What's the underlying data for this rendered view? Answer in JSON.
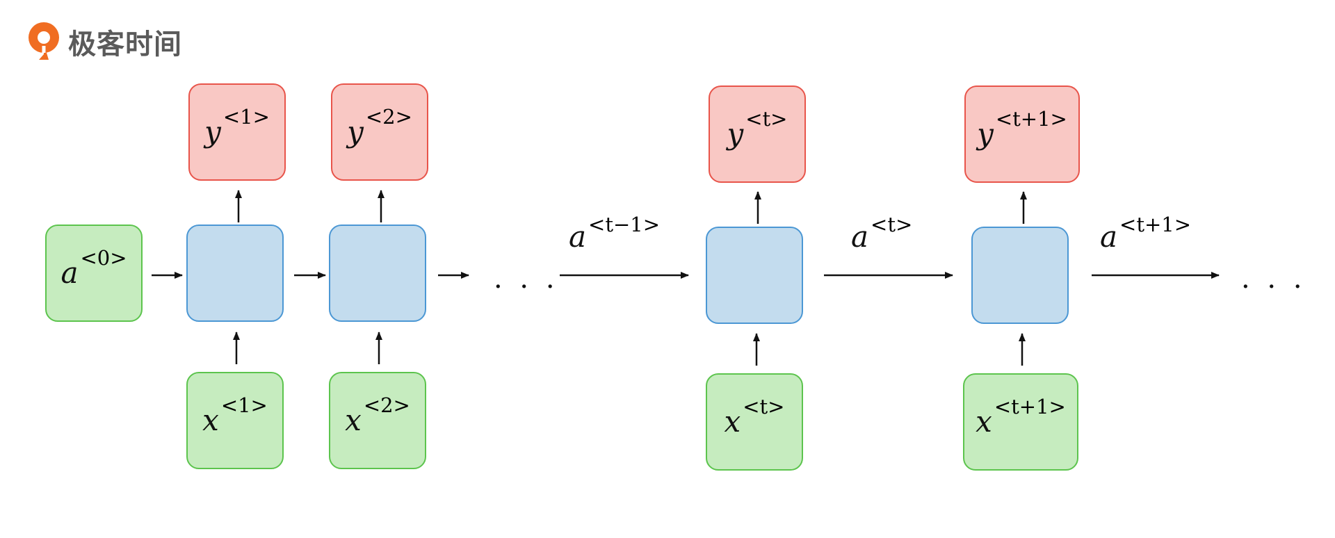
{
  "brand": {
    "name": "极客时间",
    "color": "#f06d22"
  },
  "colors": {
    "output_fill": "#f9c8c4",
    "output_border": "#e8544a",
    "input_fill": "#c6ecbf",
    "input_border": "#5cc44d",
    "cell_fill": "#c3dcee",
    "cell_border": "#4b97d4"
  },
  "initial_state": {
    "var": "a",
    "sup": "<0>"
  },
  "outputs": [
    {
      "var": "y",
      "sup": "<1>"
    },
    {
      "var": "y",
      "sup": "<2>"
    },
    {
      "var": "y",
      "sup": "<t>"
    },
    {
      "var": "y",
      "sup": "<t+1>"
    }
  ],
  "inputs": [
    {
      "var": "x",
      "sup": "<1>"
    },
    {
      "var": "x",
      "sup": "<2>"
    },
    {
      "var": "x",
      "sup": "<t>"
    },
    {
      "var": "x",
      "sup": "<t+1>"
    }
  ],
  "state_labels": [
    {
      "var": "a",
      "sup": "<t−1>"
    },
    {
      "var": "a",
      "sup": "<t>"
    },
    {
      "var": "a",
      "sup": "<t+1>"
    }
  ],
  "ellipsis": "· · ·"
}
